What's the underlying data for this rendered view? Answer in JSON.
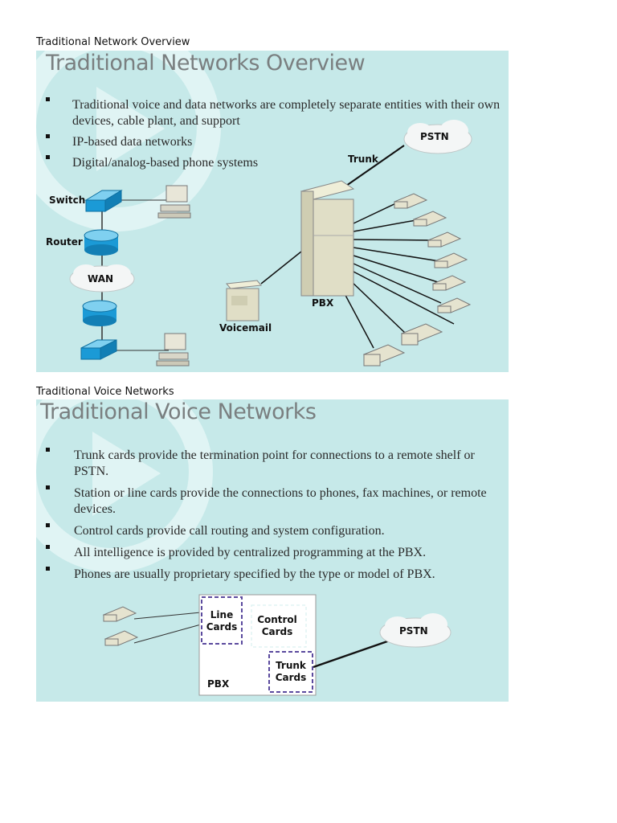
{
  "section1": {
    "caption": "Traditional Network Overview",
    "slide_title": "Traditional Networks Overview",
    "bullets": [
      "Traditional voice and data networks are completely separate entities with their own devices, cable plant, and support",
      "IP-based data networks",
      "Digital/analog-based phone systems"
    ],
    "labels": {
      "switch": "Switch",
      "router": "Router",
      "wan": "WAN",
      "pstn": "PSTN",
      "trunk": "Trunk",
      "pbx": "PBX",
      "voicemail": "Voicemail"
    }
  },
  "section2": {
    "caption": "Traditional Voice Networks",
    "slide_title": "Traditional Voice Networks",
    "bullets": [
      "Trunk cards provide the termination point for connections to a remote shelf or PSTN.",
      "Station or line cards provide the connections to phones, fax machines, or remote devices.",
      "Control cards provide call routing and system configuration.",
      "All intelligence is provided by centralized programming at the PBX.",
      "Phones are usually proprietary specified by the type or model of PBX."
    ],
    "labels": {
      "line_cards_1": "Line",
      "line_cards_2": "Cards",
      "control_cards_1": "Control",
      "control_cards_2": "Cards",
      "trunk_cards_1": "Trunk",
      "trunk_cards_2": "Cards",
      "pbx": "PBX",
      "pstn": "PSTN"
    }
  },
  "colors": {
    "slide_bg": "#c6e9e9",
    "title_gray": "#7a7f80",
    "device_blue": "#1b9ad6",
    "card_border": "#5b4a9e"
  }
}
